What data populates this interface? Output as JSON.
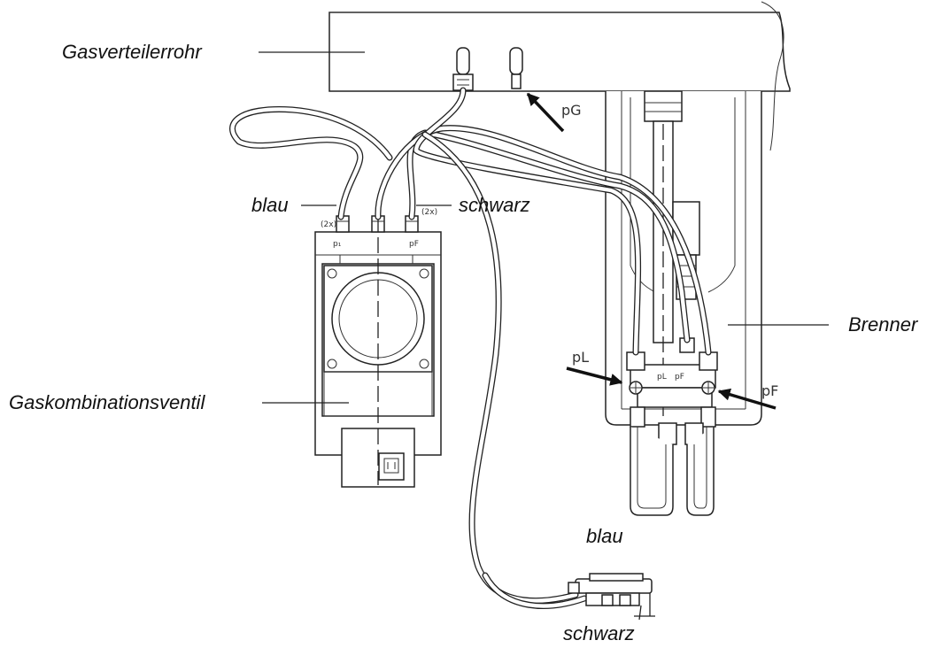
{
  "labels": {
    "gas_distributor_pipe": "Gasverteilerrohr",
    "gas_combination_valve": "Gaskombinationsventil",
    "burner": "Brenner",
    "hose_blue_top": "blau",
    "hose_black_top": "schwarz",
    "hose_blue_bottom": "blau",
    "hose_black_bottom": "schwarz"
  },
  "pressure_points": {
    "pG": "pG",
    "pL": "pL",
    "pF": "pF",
    "valve_p1": "p₁",
    "valve_pF": "pF",
    "burner_pL": "pL",
    "burner_pF": "pF",
    "valve_mark_left": "(2x)",
    "valve_mark_right": "(2x)"
  }
}
